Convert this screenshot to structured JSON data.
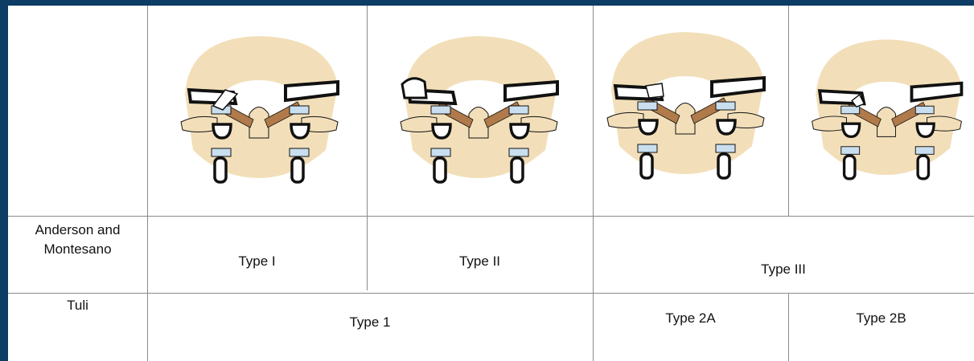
{
  "rows": {
    "anderson": {
      "label_line1": "Anderson and",
      "label_line2": "Montesano"
    },
    "tuli": {
      "label": "Tuli"
    }
  },
  "anderson_types": [
    "Type I",
    "Type II",
    "Type III"
  ],
  "tuli_types": [
    "Type 1",
    "Type 2A",
    "Type 2B"
  ],
  "illustrations": [
    {
      "name": "vertebra-type-1-i",
      "fracture": "tip-avulsion"
    },
    {
      "name": "vertebra-type-2-ii",
      "fracture": "base-of-dens"
    },
    {
      "name": "vertebra-type-3-2a",
      "fracture": "body-nondisplaced"
    },
    {
      "name": "vertebra-type-3-2b",
      "fracture": "body-comminuted"
    }
  ],
  "colors": {
    "frame": "#0d3c64",
    "bone": "#f2dfb9",
    "ligament": "#b07a4a",
    "disc": "#c9dff0",
    "outline": "#111111"
  }
}
